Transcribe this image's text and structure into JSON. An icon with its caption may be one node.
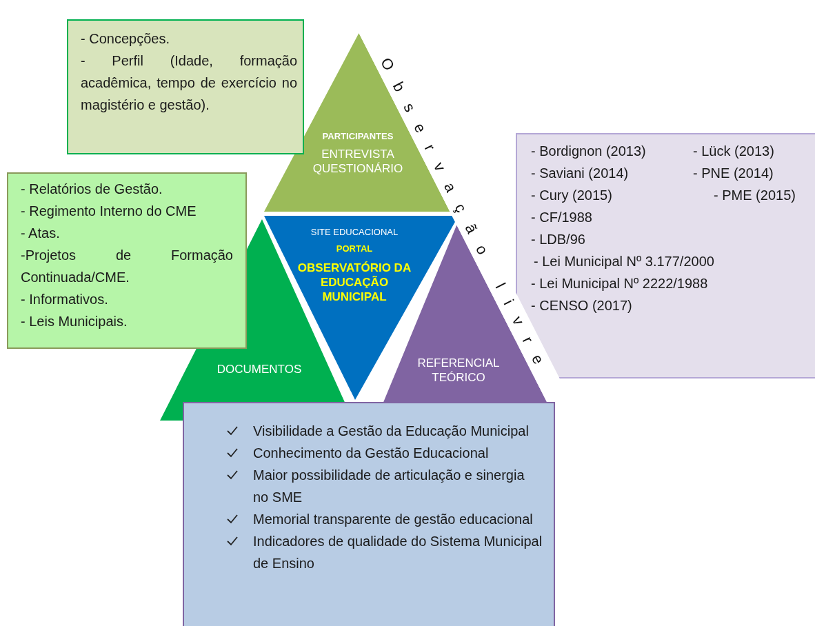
{
  "diagram": {
    "nodes": [
      {
        "text": [
          "PARTICIPANTES",
          "ENTREVISTA QUESTIONÁRIO"
        ]
      },
      {
        "text": [
          "SITE EDUCACIONAL",
          "PORTAL",
          "OBSERVATÓRIO DA EDUCAÇÃO MUNICIPAL"
        ]
      },
      {
        "text": [
          "DOCUMENTOS"
        ]
      },
      {
        "text": [
          "REFERENCIAL TEÓRICO"
        ]
      },
      {
        "text": [
          "- Concepções.",
          "- Perfil (Idade, formação acadêmica, tempo de exercício no magistério e gestão)."
        ]
      },
      {
        "text": [
          "- Relatórios de Gestão.",
          "- Regimento Interno do CME",
          "- Atas.",
          "-Projetos de Formação Continuada/CME.",
          "- Informativos.",
          "- Leis Municipais."
        ]
      },
      {
        "text": [
          "- Bordignon (2013)",
          "- Lück (2013)",
          "- Saviani (2014)",
          "- PNE (2014)",
          "- Cury (2015)",
          "- PME (2015)",
          "- CF/1988",
          "- LDB/96",
          "- Lei Municipal Nº 3.177/2000",
          "- Lei Municipal Nº 2222/1988",
          "- CENSO (2017)"
        ]
      },
      {
        "text": [
          "Visibilidade a Gestão da Educação Municipal",
          "Conhecimento da Gestão Educacional",
          "Maior possibilidade de articulação e sinergia no SME",
          "Memorial transparente de gestão educacional",
          "Indicadores de qualidade do Sistema Municipal de Ensino"
        ]
      }
    ],
    "labels": [
      "Observação livre"
    ]
  }
}
